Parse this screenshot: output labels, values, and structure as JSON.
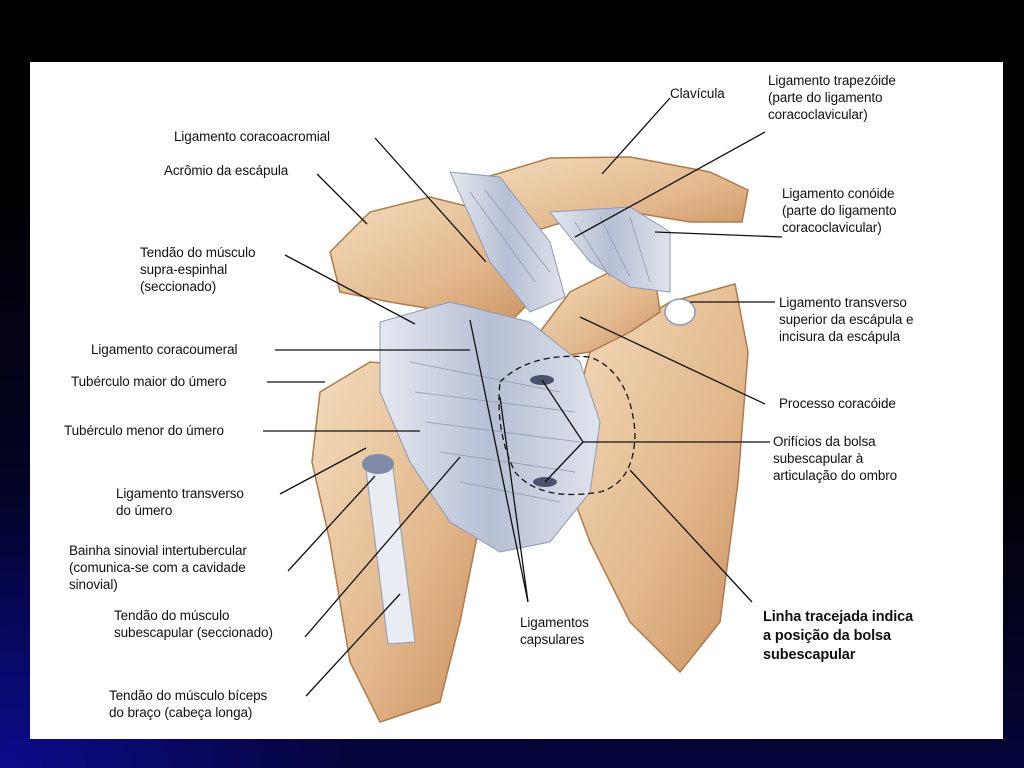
{
  "labels": {
    "clavicula": "Clavícula",
    "trapezoide": "Ligamento trapezóide\n(parte do ligamento\ncoracoclavicular)",
    "coracoacromial": "Ligamento coracoacromial",
    "acromio": "Acrômio da escápula",
    "supra_espinhal": "Tendão do músculo\nsupra-espinhal\n(seccionado)",
    "conoide": "Ligamento conóide\n(parte do ligamento\ncoracoclavicular)",
    "transverso_superior": "Ligamento transverso\nsuperior da escápula e\nincisura da escápula",
    "coracoumeral": "Ligamento coracoumeral",
    "tuberculo_maior": "Tubérculo maior do úmero",
    "processo_coracoide": "Processo coracóide",
    "tuberculo_menor": "Tubérculo menor do úmero",
    "orificios_bolsa": "Orifícios da bolsa\nsubescapular à\narticulação do ombro",
    "transverso_umero": "Ligamento transverso\ndo úmero",
    "bainha_sinovial": "Bainha sinovial intertubercular\n(comunica-se com a cavidade\nsinovial)",
    "subescapular": "Tendão do músculo\nsubescapular (seccionado)",
    "capsulares": "Ligamentos\ncapsulares",
    "linha_tracejada": "Linha tracejada indica\na posição da bolsa\nsubescapular",
    "biceps": "Tendão do músculo bíceps\ndo braço (cabeça longa)"
  },
  "colors": {
    "bone": "#e9c9a2",
    "bone_shadow": "#c98f62",
    "ligament": "#b9c2d6",
    "ligament_light": "#dfe4ee",
    "leader_line": "#111111",
    "background_top": "#000000",
    "background_corner": "#0b0b8a",
    "panel": "#ffffff"
  }
}
